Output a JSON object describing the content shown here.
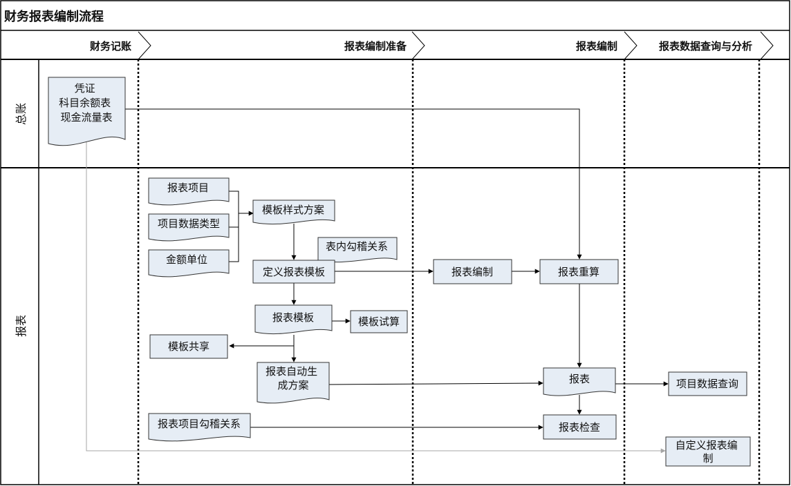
{
  "title": "财务报表编制流程",
  "phases": [
    "财务记账",
    "报表编制准备",
    "报表编制",
    "报表数据查询与分析"
  ],
  "lanes": [
    "总账",
    "报表"
  ],
  "nodes": {
    "gl_docs": [
      "凭证",
      "科目余额表",
      "现金流量表"
    ],
    "report_items": [
      "报表项目"
    ],
    "data_type": [
      "项目数据类型"
    ],
    "amount_unit": [
      "金额单位"
    ],
    "template_style": [
      "模板样式方案"
    ],
    "intra_check": [
      "表内勾稽关系"
    ],
    "define_template": [
      "定义报表模板"
    ],
    "report_template": [
      "报表模板"
    ],
    "template_trial": [
      "模板试算"
    ],
    "template_share": [
      "模板共享"
    ],
    "auto_gen": [
      "报表自动生",
      "成方案"
    ],
    "item_check_rel": [
      "报表项目勾稽关系"
    ],
    "compile": [
      "报表编制"
    ],
    "recalc": [
      "报表重算"
    ],
    "report": [
      "报表"
    ],
    "report_check": [
      "报表检查"
    ],
    "item_query": [
      "项目数据查询"
    ],
    "custom_compile": [
      "自定义报表编",
      "制"
    ]
  }
}
